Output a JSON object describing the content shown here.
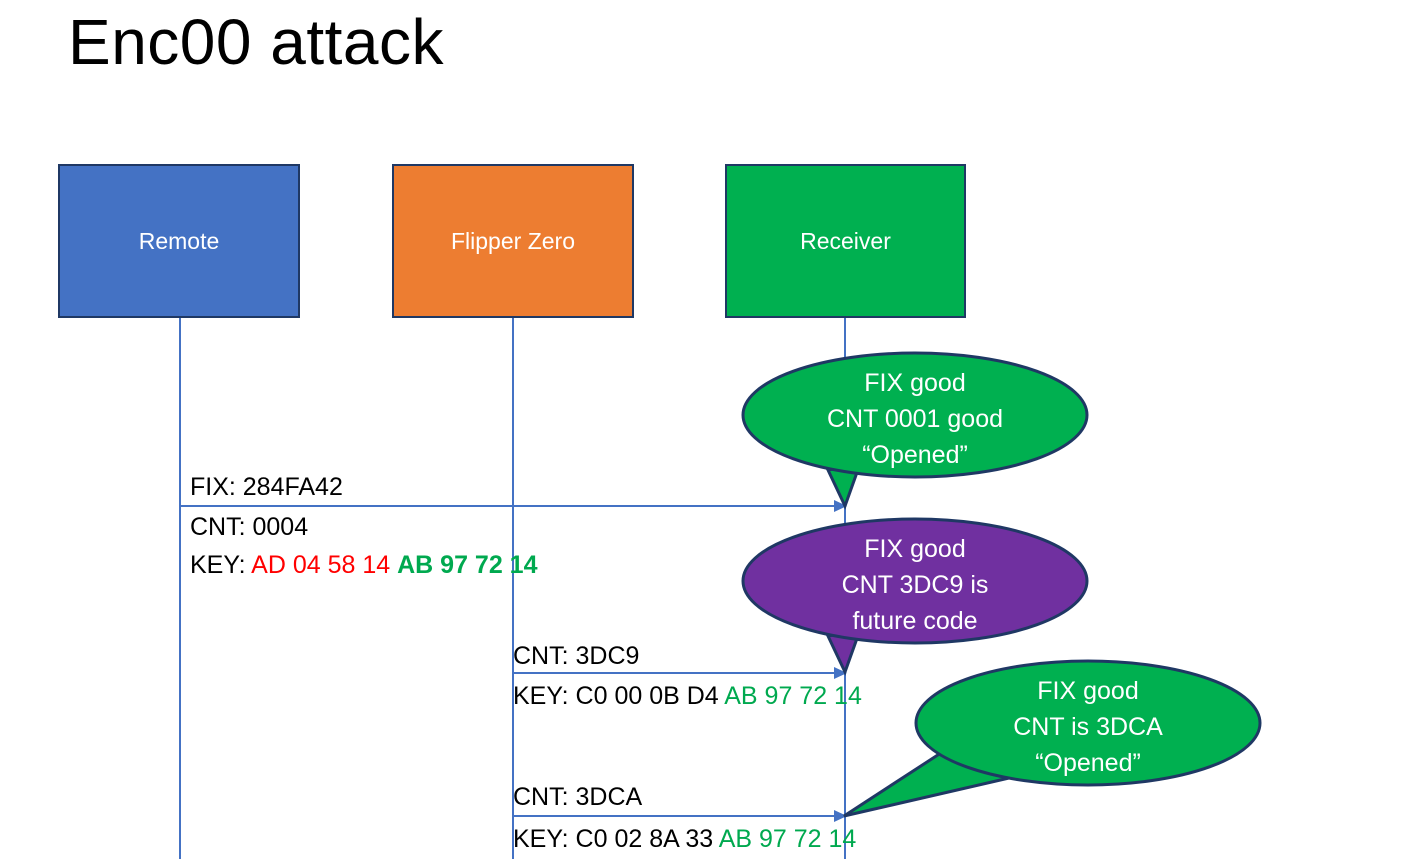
{
  "slide": {
    "title": "Enc00 attack"
  },
  "actors": [
    {
      "name": "remote",
      "label": "Remote",
      "color": "#4472C4"
    },
    {
      "name": "flipper",
      "label": "Flipper Zero",
      "color": "#ED7D31"
    },
    {
      "name": "receiver",
      "label": "Receiver",
      "color": "#00B050"
    }
  ],
  "messages": [
    {
      "from": "remote",
      "to": "receiver",
      "fix_line": "FIX: 284FA42",
      "cnt_line": "CNT: 0004",
      "key_prefix": "KEY: ",
      "key_part_red": "AD 04 58 14 ",
      "key_part_green": "AB 97 72 14"
    },
    {
      "from": "flipper",
      "to": "receiver",
      "cnt_line": "CNT: 3DC9",
      "key_prefix": "KEY: C0 00 0B D4 ",
      "key_part_green": "AB 97 72 14"
    },
    {
      "from": "flipper",
      "to": "receiver",
      "cnt_line": "CNT: 3DCA",
      "key_prefix": "KEY: C0 02 8A 33 ",
      "key_part_green": "AB 97 72 14"
    }
  ],
  "callouts": [
    {
      "name": "receiver-response-1",
      "color": "#00B050",
      "line1": "FIX good",
      "line2": "CNT 0001 good",
      "line3": "“Opened”"
    },
    {
      "name": "receiver-response-2",
      "color": "#7030A0",
      "line1": "FIX good",
      "line2": "CNT 3DC9 is",
      "line3": "future code"
    },
    {
      "name": "receiver-response-3",
      "color": "#00B050",
      "line1": "FIX good",
      "line2": "CNT is 3DCA",
      "line3": "“Opened”"
    }
  ],
  "colors": {
    "key_red": "#FF0000",
    "key_green": "#00A94F",
    "lifeline": "#4472C4",
    "outline": "#1F3864"
  }
}
